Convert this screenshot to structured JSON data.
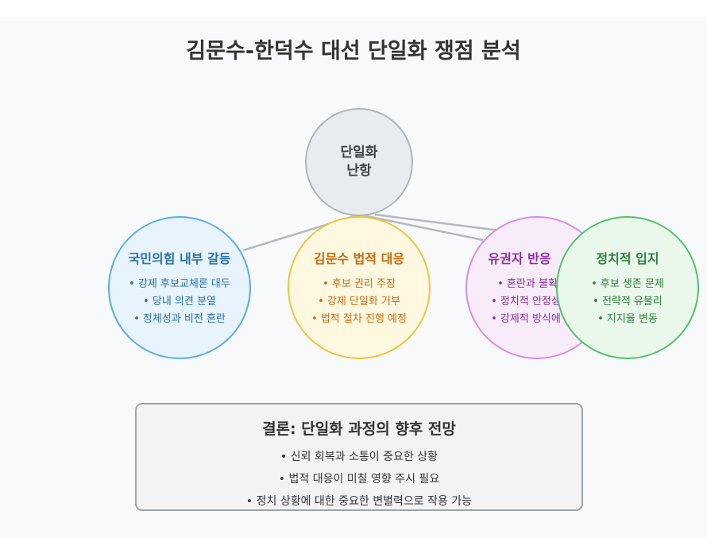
{
  "title": "김문수-한덕수 대선 단일화 쟁점 분석",
  "center": {
    "line1": "단일화",
    "line2": "난항"
  },
  "nodes": [
    {
      "title": "국민의힘 내부 갈등",
      "items": [
        "• 강제 후보교체론 대두",
        "• 당내 의견 분열",
        "• 정체성과 비전 혼란"
      ]
    },
    {
      "title": "김문수 법적 대응",
      "items": [
        "• 후보 권리 주장",
        "• 강제 단일화 거부",
        "• 법적 절차 진행 예정"
      ]
    },
    {
      "title": "유권자 반응",
      "items": [
        "• 혼란과 불확실성",
        "• 정치적 안정성 우려",
        "• 강제적 방식에 반발"
      ]
    },
    {
      "title": "정치적 입지",
      "items": [
        "• 후보 생존 문제",
        "• 전략적 유불리",
        "• 지지율 변동"
      ]
    }
  ],
  "conclusion": {
    "title": "결론: 단일화 과정의 향후 전망",
    "items": [
      "• 신뢰 회복과 소통이 중요한 상황",
      "• 법적 대응이 미칠 영향 주시 필요",
      "• 정치 상황에 대한 중요한 변별력으로 작용 가능"
    ]
  },
  "colors": {
    "background": "#f8f9fa",
    "center_fill": "#e9ecef",
    "connector": "#b4b9bf",
    "node1": "#5aade4",
    "node2": "#f0c33c",
    "node3": "#d88be6",
    "node4": "#4fc267"
  }
}
